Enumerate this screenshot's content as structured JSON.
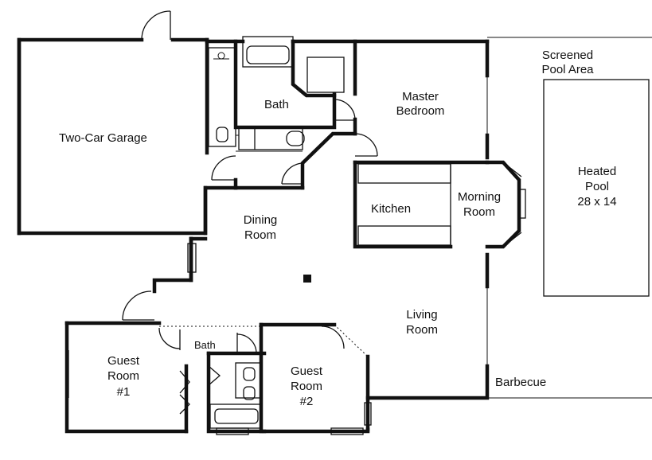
{
  "rooms": {
    "garage": "Two-Car Garage",
    "bath_main": "Bath",
    "master_1": "Master",
    "master_2": "Bedroom",
    "screened_1": "Screened",
    "screened_2": "Pool Area",
    "pool_1": "Heated",
    "pool_2": "Pool",
    "pool_3": "28 x 14",
    "kitchen": "Kitchen",
    "morning_1": "Morning",
    "morning_2": "Room",
    "dining_1": "Dining",
    "dining_2": "Room",
    "living_1": "Living",
    "living_2": "Room",
    "bath_small": "Bath",
    "guest1_1": "Guest",
    "guest1_2": "Room",
    "guest1_3": "#1",
    "guest2_1": "Guest",
    "guest2_2": "Room",
    "guest2_3": "#2",
    "barbecue": "Barbecue"
  },
  "colors": {
    "ink": "#111111",
    "paper": "#ffffff"
  }
}
